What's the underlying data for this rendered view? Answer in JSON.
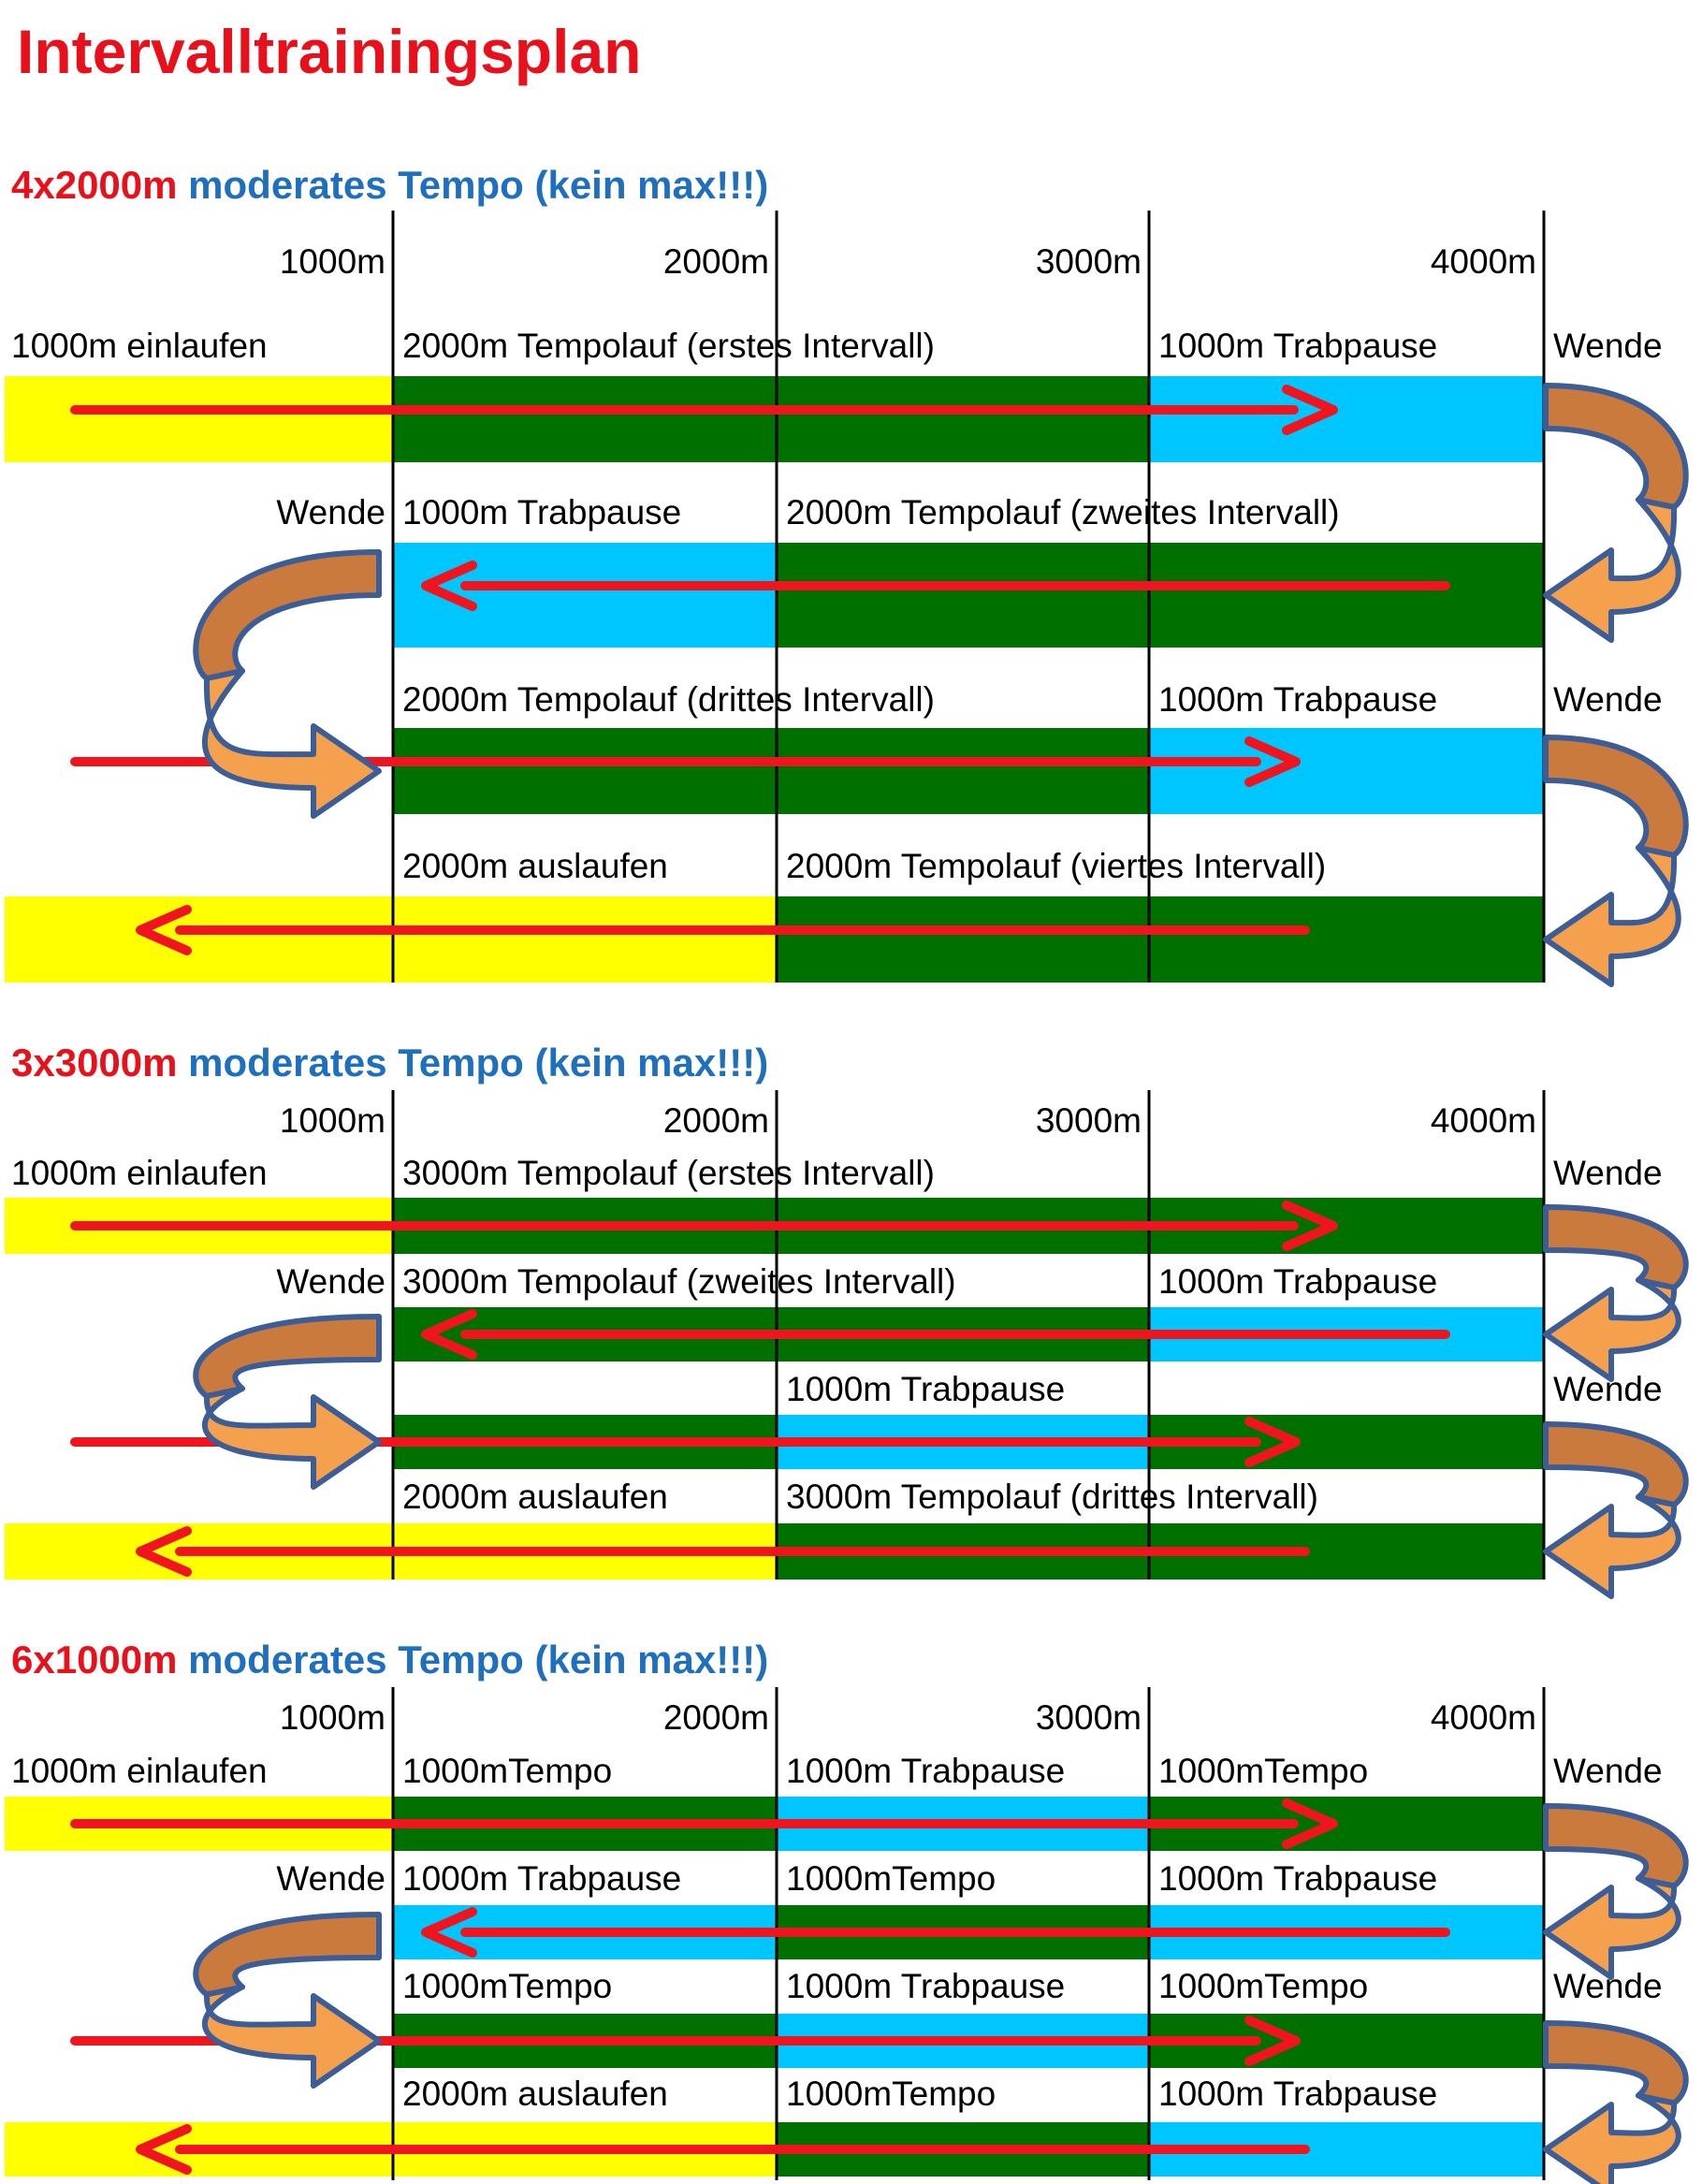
{
  "title": "Intervalltrainingsplan",
  "colors": {
    "title": "#e8101a",
    "heading_red": "#e8101a",
    "heading_blue": "#1f6fbf",
    "warmup": "#ffff00",
    "tempo": "#007000",
    "pause": "#00c6ff",
    "arrow": "#f0141e",
    "turn_fill": "#f4a04c",
    "turn_shade": "#c97a3c",
    "turn_stroke": "#3c5d96",
    "lines": "#000000"
  },
  "sections": [
    {
      "id": "4x2000",
      "heading_red": "4x2000m",
      "heading_blue": "moderates Tempo (kein max!!!)",
      "ticks": [
        "1000m",
        "2000m",
        "3000m",
        "4000m"
      ],
      "rows": [
        {
          "direction": "right",
          "turn_label": "Wende",
          "labels": [
            {
              "col": 0,
              "text": "1000m einlaufen"
            },
            {
              "col": 1,
              "text": "2000m Tempolauf (erstes Intervall)"
            },
            {
              "col": 3,
              "text": "1000m Trabpause"
            }
          ],
          "segments": [
            "warmup",
            "tempo",
            "tempo",
            "pause"
          ]
        },
        {
          "direction": "left",
          "turn_label": "Wende",
          "labels": [
            {
              "col": 1,
              "text": "1000m Trabpause"
            },
            {
              "col": 2,
              "text": "2000m Tempolauf (zweites Intervall)"
            }
          ],
          "segments": [
            "none",
            "pause",
            "tempo",
            "tempo"
          ]
        },
        {
          "direction": "right",
          "turn_label": "Wende",
          "labels": [
            {
              "col": 1,
              "text": "2000m Tempolauf (drittes Intervall)"
            },
            {
              "col": 3,
              "text": "1000m Trabpause"
            }
          ],
          "segments": [
            "none",
            "tempo",
            "tempo",
            "pause"
          ]
        },
        {
          "direction": "left",
          "turn_label": "",
          "labels": [
            {
              "col": 1,
              "text": "2000m auslaufen"
            },
            {
              "col": 2,
              "text": "2000m Tempolauf (viertes Intervall)"
            }
          ],
          "segments": [
            "warmup",
            "warmup",
            "tempo",
            "tempo"
          ]
        }
      ]
    },
    {
      "id": "3x3000",
      "heading_red": "3x3000m",
      "heading_blue": "moderates Tempo (kein max!!!)",
      "ticks": [
        "1000m",
        "2000m",
        "3000m",
        "4000m"
      ],
      "rows": [
        {
          "direction": "right",
          "turn_label": "Wende",
          "labels": [
            {
              "col": 0,
              "text": "1000m einlaufen"
            },
            {
              "col": 1,
              "text": "3000m Tempolauf (erstes Intervall)"
            }
          ],
          "segments": [
            "warmup",
            "tempo",
            "tempo",
            "tempo"
          ]
        },
        {
          "direction": "left",
          "turn_label": "Wende",
          "labels": [
            {
              "col": 1,
              "text": "3000m Tempolauf (zweites Intervall)"
            },
            {
              "col": 3,
              "text": "1000m Trabpause"
            }
          ],
          "segments": [
            "none",
            "tempo",
            "tempo",
            "pause"
          ]
        },
        {
          "direction": "right",
          "turn_label": "Wende",
          "labels": [
            {
              "col": 2,
              "text": "1000m Trabpause"
            }
          ],
          "segments": [
            "none",
            "tempo",
            "pause",
            "tempo"
          ]
        },
        {
          "direction": "left",
          "turn_label": "",
          "labels": [
            {
              "col": 1,
              "text": "2000m auslaufen"
            },
            {
              "col": 2,
              "text": "3000m Tempolauf (drittes Intervall)"
            }
          ],
          "segments": [
            "warmup",
            "warmup",
            "tempo",
            "tempo"
          ]
        }
      ]
    },
    {
      "id": "6x1000",
      "heading_red": "6x1000m",
      "heading_blue": "moderates Tempo (kein max!!!)",
      "ticks": [
        "1000m",
        "2000m",
        "3000m",
        "4000m"
      ],
      "rows": [
        {
          "direction": "right",
          "turn_label": "Wende",
          "labels": [
            {
              "col": 0,
              "text": "1000m einlaufen"
            },
            {
              "col": 1,
              "text": "1000mTempo"
            },
            {
              "col": 2,
              "text": "1000m Trabpause"
            },
            {
              "col": 3,
              "text": "1000mTempo"
            }
          ],
          "segments": [
            "warmup",
            "tempo",
            "pause",
            "tempo"
          ]
        },
        {
          "direction": "left",
          "turn_label": "Wende",
          "labels": [
            {
              "col": 1,
              "text": "1000m Trabpause"
            },
            {
              "col": 2,
              "text": "1000mTempo"
            },
            {
              "col": 3,
              "text": "1000m Trabpause"
            }
          ],
          "segments": [
            "none",
            "pause",
            "tempo",
            "pause"
          ]
        },
        {
          "direction": "right",
          "turn_label": "Wende",
          "labels": [
            {
              "col": 1,
              "text": "1000mTempo"
            },
            {
              "col": 2,
              "text": "1000m Trabpause"
            },
            {
              "col": 3,
              "text": "1000mTempo"
            }
          ],
          "segments": [
            "none",
            "tempo",
            "pause",
            "tempo"
          ]
        },
        {
          "direction": "left",
          "turn_label": "",
          "labels": [
            {
              "col": 1,
              "text": "2000m auslaufen"
            },
            {
              "col": 2,
              "text": "1000mTempo"
            },
            {
              "col": 3,
              "text": "1000m Trabpause"
            }
          ],
          "segments": [
            "warmup",
            "warmup",
            "tempo",
            "pause"
          ]
        }
      ]
    }
  ]
}
